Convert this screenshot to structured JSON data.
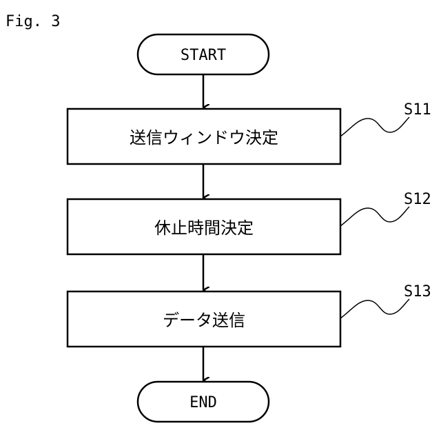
{
  "figure_label": "Fig. 3",
  "flow": {
    "start": "START",
    "steps": [
      {
        "id": "S11",
        "label": "送信ウィンドウ決定"
      },
      {
        "id": "S12",
        "label": "休止時間決定"
      },
      {
        "id": "S13",
        "label": "データ送信"
      }
    ],
    "end": "END"
  }
}
